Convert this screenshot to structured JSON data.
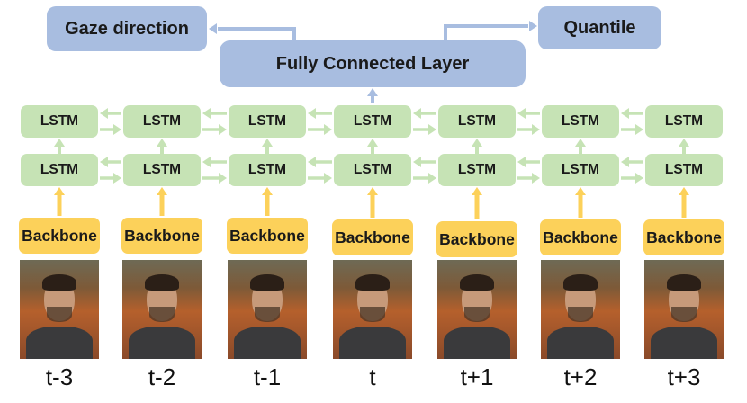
{
  "outputs": {
    "gaze_label": "Gaze direction",
    "quantile_label": "Quantile"
  },
  "fc_label": "Fully Connected Layer",
  "lstm_label": "LSTM",
  "backbone_label": "Backbone",
  "time_steps": [
    "t-3",
    "t-2",
    "t-1",
    "t",
    "t+1",
    "t+2",
    "t+3"
  ],
  "colors": {
    "output_box": "#a8bde0",
    "lstm_box": "#c6e3b5",
    "backbone_box": "#fcd15a",
    "arrow_blue": "#a8bde0",
    "arrow_green": "#c6e3b5",
    "arrow_yellow": "#fcd15a"
  }
}
